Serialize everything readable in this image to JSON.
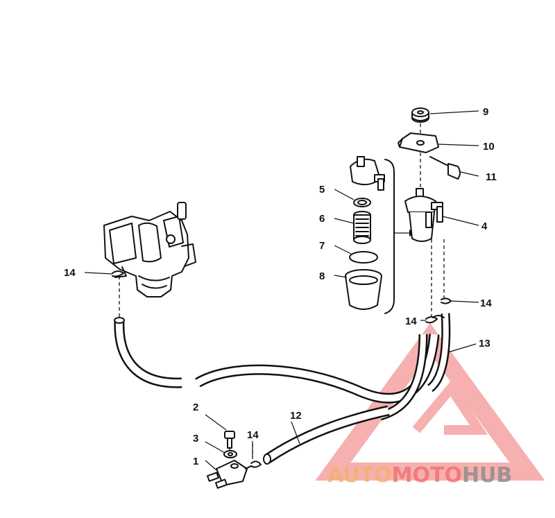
{
  "callouts": {
    "c1": "1",
    "c2": "2",
    "c3": "3",
    "c4": "4",
    "c5": "5",
    "c6": "6",
    "c7": "7",
    "c8": "8",
    "c9": "9",
    "c10": "10",
    "c11": "11",
    "c12": "12",
    "c13": "13",
    "c14a": "14",
    "c14b": "14",
    "c14c": "14",
    "c14d": "14"
  },
  "watermark": {
    "part1": "AUTO",
    "part2": "MOTO",
    "part3": "HUB"
  },
  "colors": {
    "ink": "#111111",
    "watermark_red": "#f07070",
    "watermark_orange": "#f5b06a",
    "watermark_gray": "#8a8a8a"
  }
}
